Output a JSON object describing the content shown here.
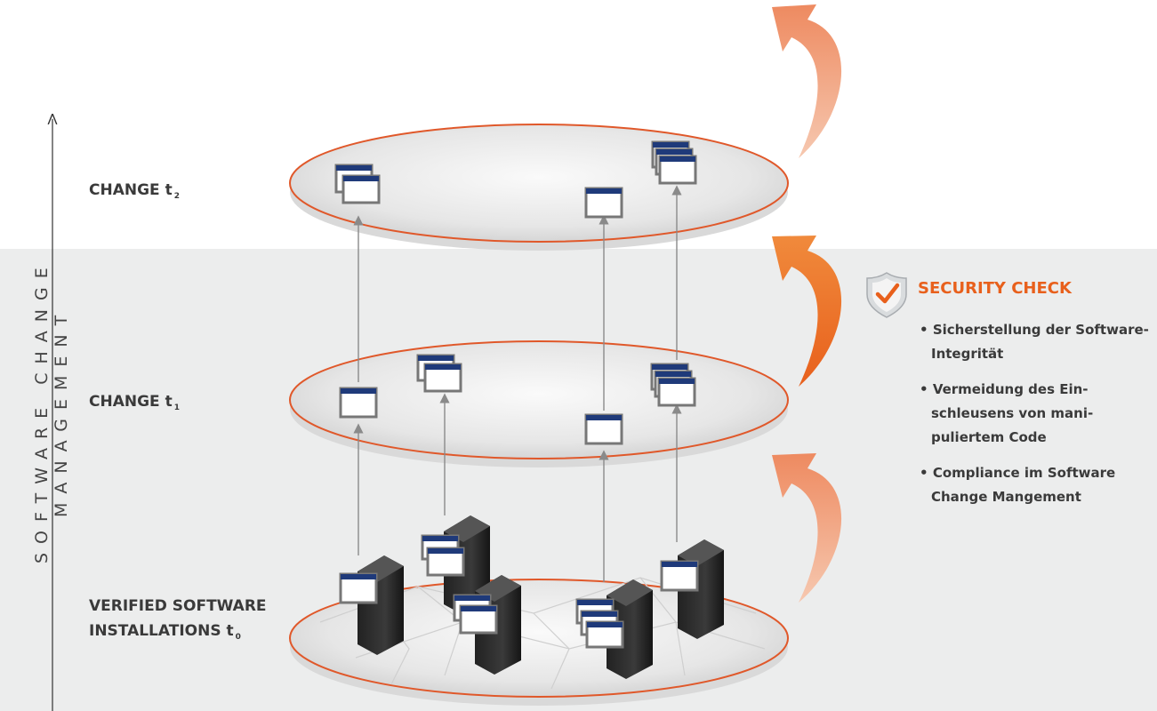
{
  "axis_label": "SOFTWARE CHANGE MANAGEMENT",
  "levels": [
    {
      "main": "CHANGE t",
      "sub": "2"
    },
    {
      "main": "CHANGE t",
      "sub": "1"
    },
    {
      "line1": "VERIFIED SOFTWARE",
      "line2": "INSTALLATIONS t",
      "sub": "0"
    }
  ],
  "security": {
    "title": "SECURITY CHECK",
    "items": [
      "Sicherstellung der Software-Integrität",
      "Vermeidung des Ein-schleusens von mani-puliertem Code",
      "Compliance im Software Change Mangement"
    ]
  },
  "icons": {
    "shield": "shield-check-icon",
    "server": "server-icon",
    "window": "app-window-icon",
    "arrow": "curved-arrow-icon"
  },
  "colors": {
    "accent": "#e8601c",
    "band": "#eceded",
    "disc_edge": "#e0582a",
    "text": "#3a3a3a",
    "window_bar": "#1f3a7a"
  }
}
